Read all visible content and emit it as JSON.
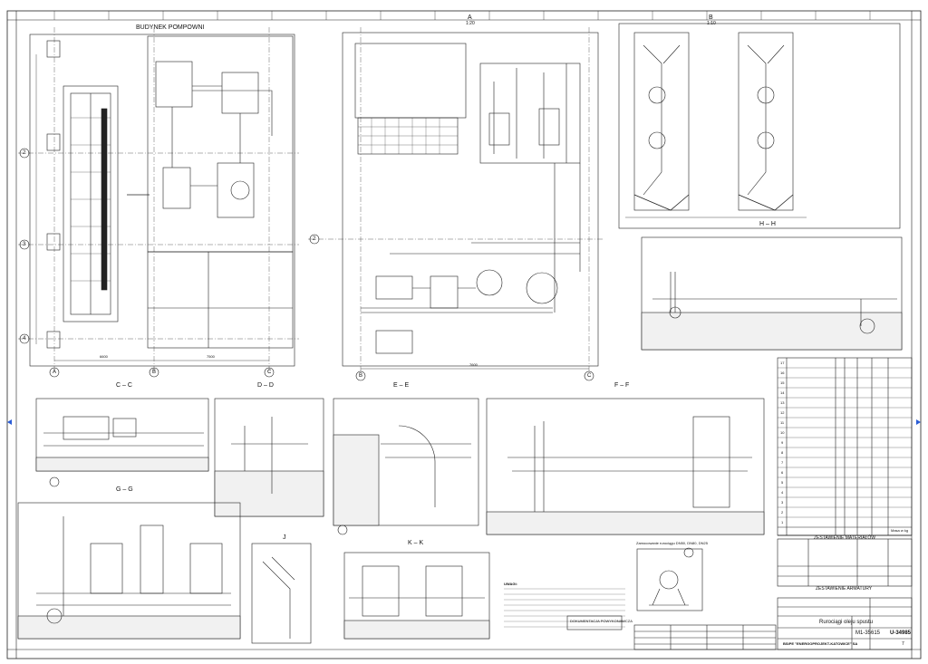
{
  "drawing": {
    "building_title": "BUDYNEK POMPOWNI",
    "view_a_label": "A",
    "view_b_label": "B",
    "section_hh": "H – H",
    "section_cc": "C – C",
    "section_dd": "D – D",
    "section_ee": "E – E",
    "section_ff": "F – F",
    "section_gg": "G – G",
    "section_j": "J",
    "section_kk": "K – K",
    "scale_a": "1:20",
    "scale_b": "1:10",
    "axis_2": "2",
    "axis_3": "3",
    "axis_4": "4",
    "axis_a": "A",
    "axis_b": "B",
    "axis_c": "C",
    "dim_6600": "6600",
    "dim_7500": "7500",
    "dim_7600": "7600"
  },
  "tables": {
    "materials_title": "ZESTAWIENIE MATERIAŁÓW",
    "armatura_title": "ZESTAWIENIE ARMATURY",
    "materials_row_numbers": [
      "17",
      "16",
      "15",
      "14",
      "13",
      "12",
      "11",
      "10",
      "9",
      "8",
      "7",
      "6",
      "5",
      "4",
      "3",
      "2",
      "1"
    ],
    "mass_header": "Masa w kg"
  },
  "title_block": {
    "drawing_title": "Rurociągi oleju spustu",
    "drawing_number": "M1-35615",
    "sheet_code": "U-34985",
    "company": "BSiPE \"ENERGOPROJEKT-KATOWICE\" SA",
    "sheet_no": "7"
  },
  "notes": {
    "heading": "UWAGI:",
    "doc_label": "DOKUMENTACJA POWYKONAWCZA"
  },
  "detail": {
    "caption": "Zamocowanie rurociągu DN50, DN80, DN25"
  }
}
